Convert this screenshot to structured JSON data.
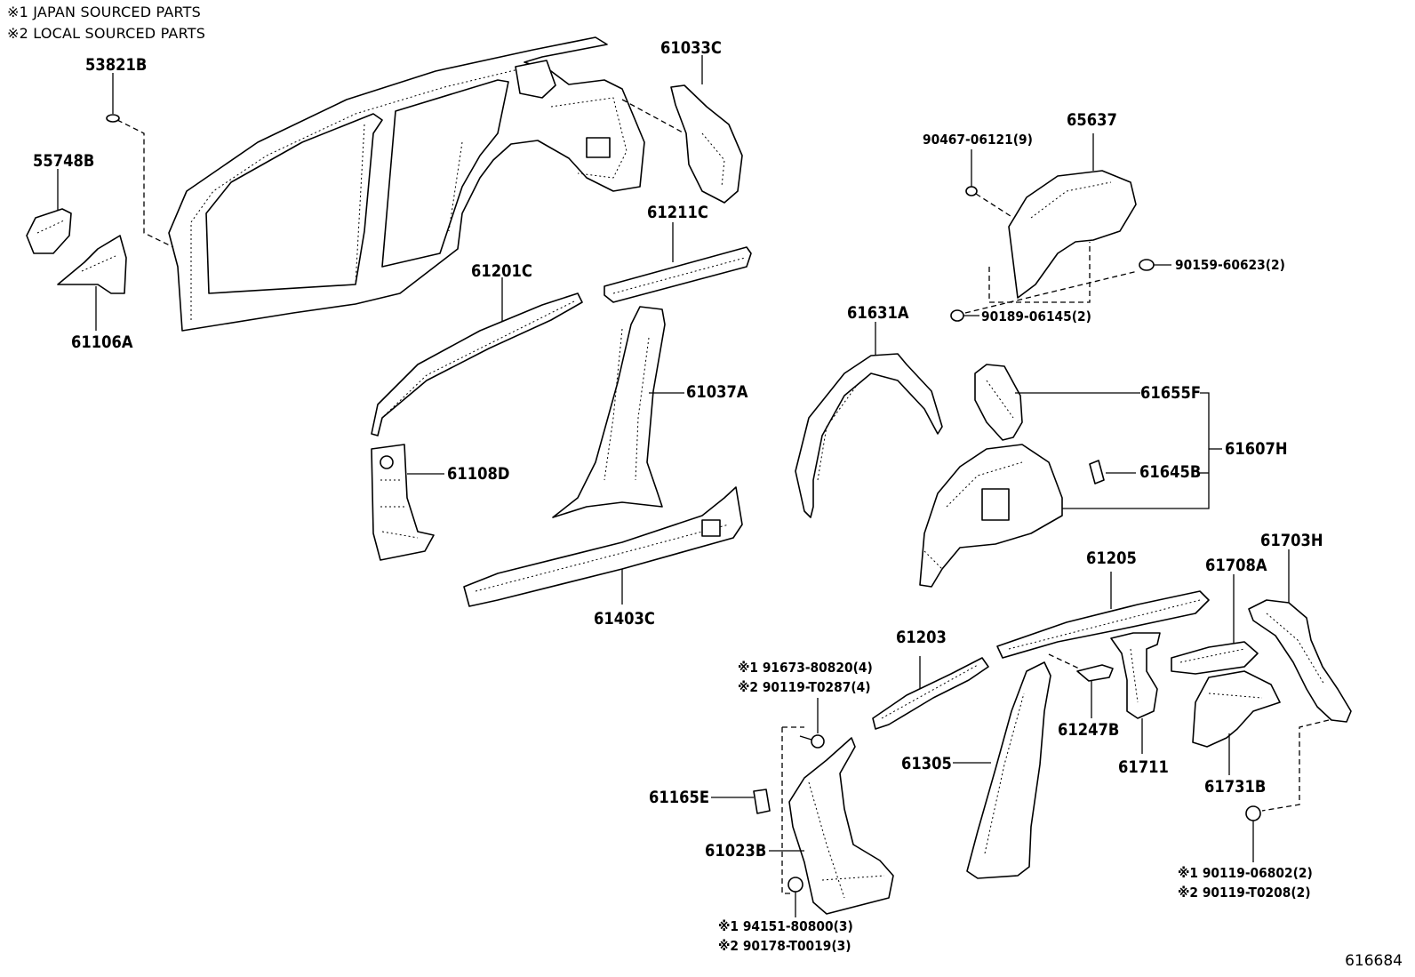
{
  "notes": [
    "※1 JAPAN SOURCED PARTS",
    "※2 LOCAL SOURCED PARTS"
  ],
  "parts": {
    "p53821B": "53821B",
    "p55748B": "55748B",
    "p61106A": "61106A",
    "p61033C": "61033C",
    "p61211C": "61211C",
    "p61201C": "61201C",
    "p61037A": "61037A",
    "p61108D": "61108D",
    "p61403C": "61403C",
    "p65637": "65637",
    "p61631A": "61631A",
    "p61655F": "61655F",
    "p61607H": "61607H",
    "p61645B": "61645B",
    "p61205": "61205",
    "p61703H": "61703H",
    "p61708A": "61708A",
    "p61203": "61203",
    "p61247B": "61247B",
    "p61711": "61711",
    "p61305": "61305",
    "p61731B": "61731B",
    "p61165E": "61165E",
    "p61023B": "61023B"
  },
  "fasteners": {
    "f90467": "90467-06121(9)",
    "f90159": "90159-60623(2)",
    "f90189": "90189-06145(2)",
    "f91673": "※1 91673-80820(4)",
    "f90119_t0287": "※2 90119-T0287(4)",
    "f94151": "※1 94151-80800(3)",
    "f90178": "※2 90178-T0019(3)",
    "f90119_06802": "※1 90119-06802(2)",
    "f90119_t0208": "※2 90119-T0208(2)"
  },
  "diagram_ref": "616684"
}
